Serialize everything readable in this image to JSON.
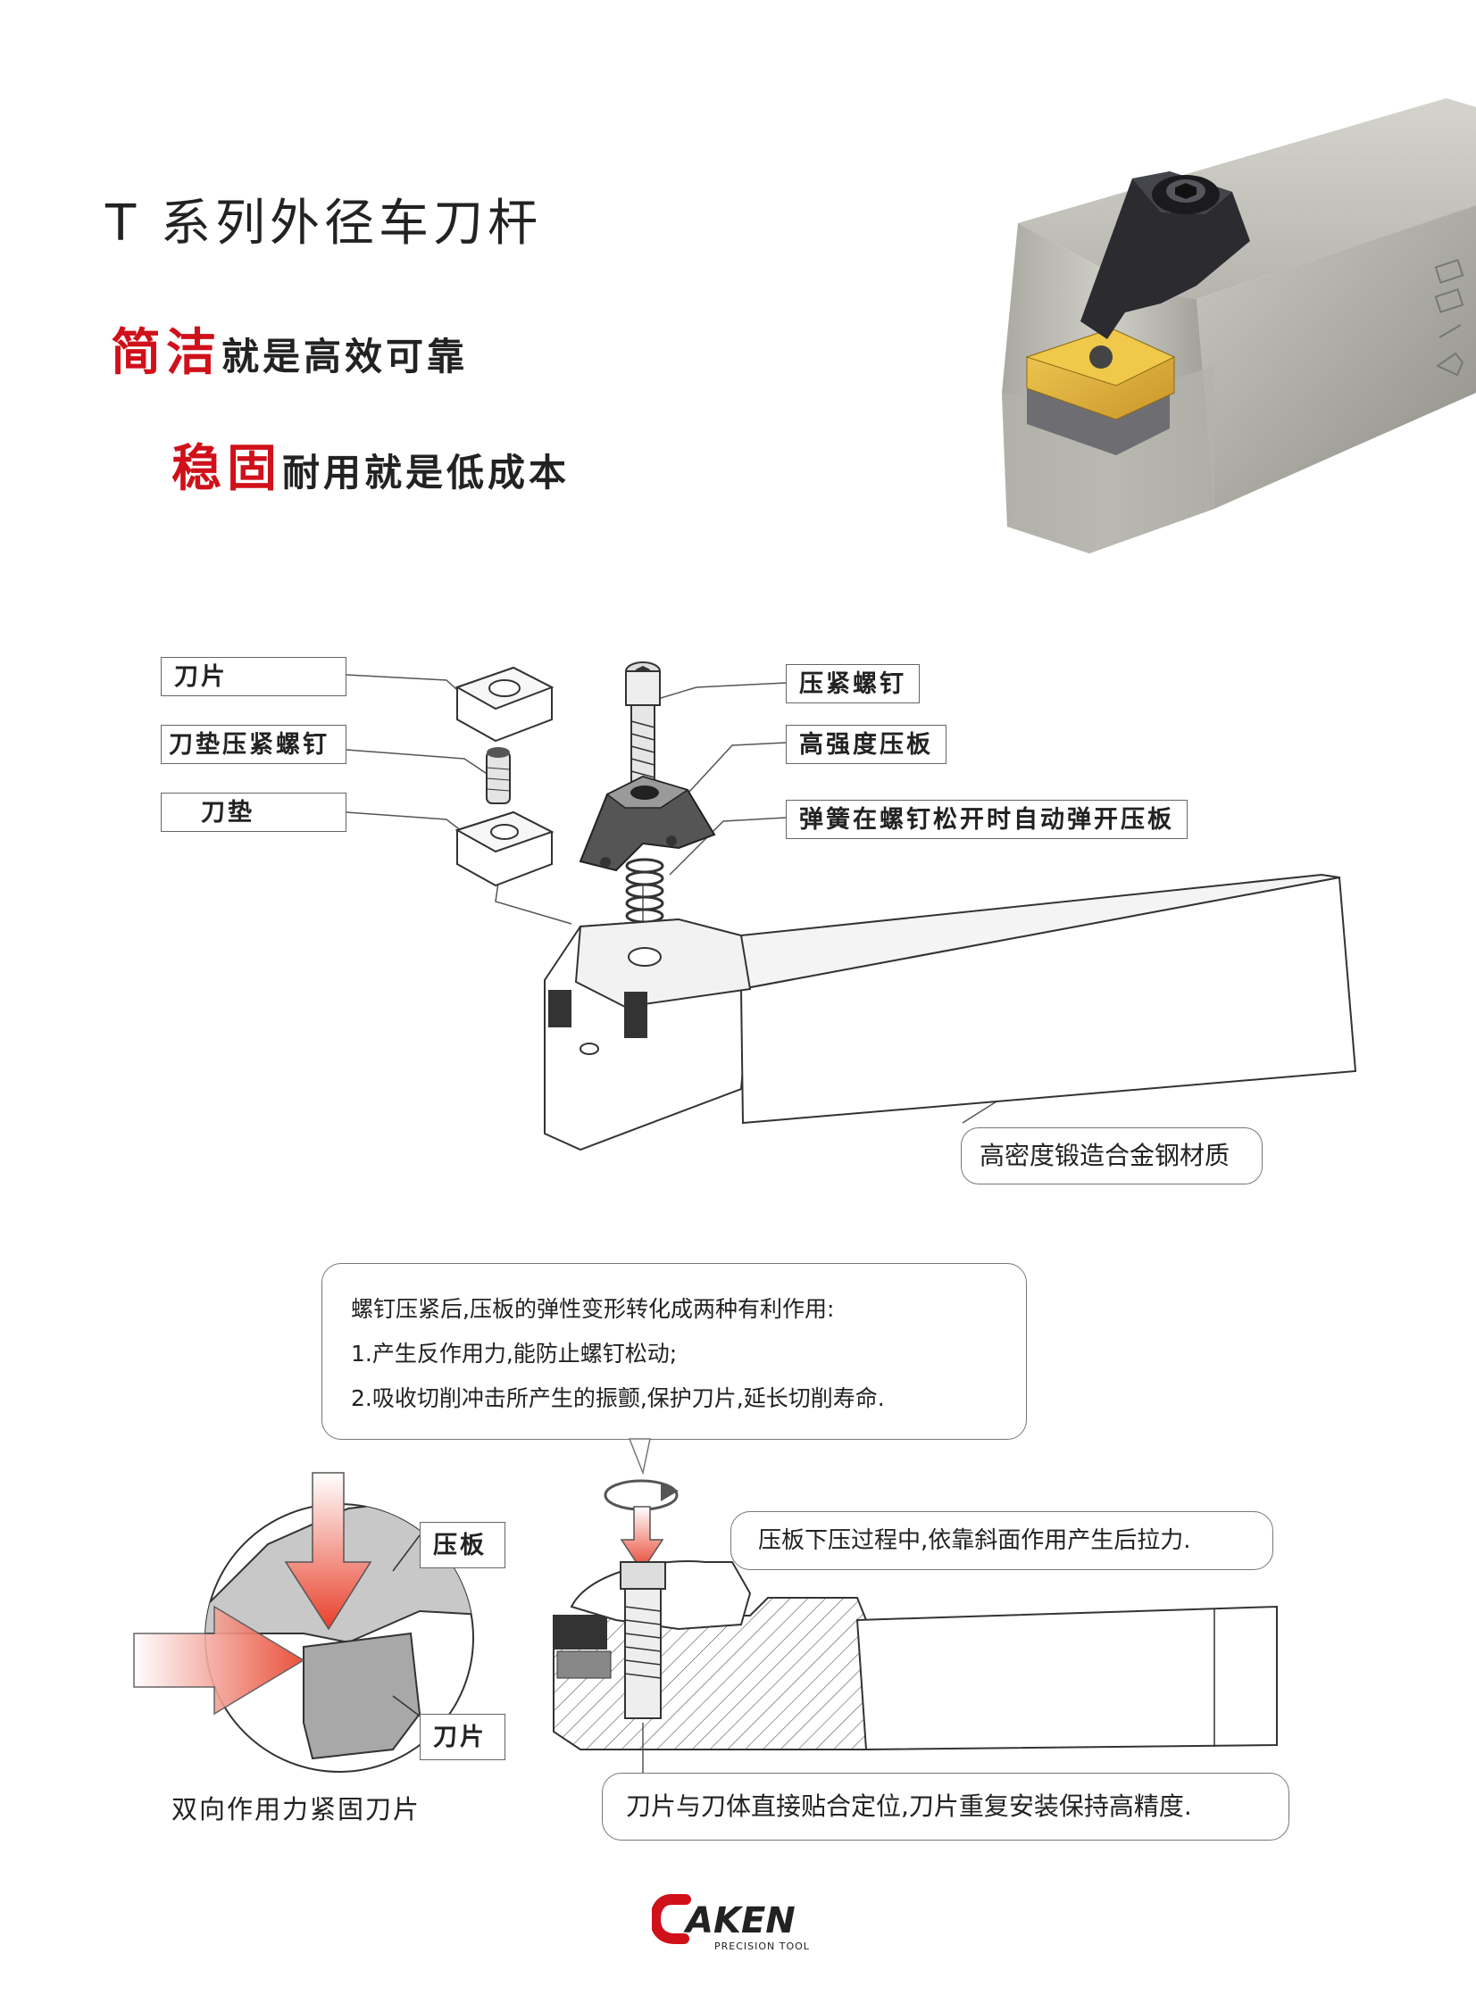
{
  "header": {
    "title": "T 系列外径车刀杆",
    "slogan1_highlight": "简洁",
    "slogan1_rest": "就是高效可靠",
    "slogan2_highlight": "稳固",
    "slogan2_rest": "耐用就是低成本"
  },
  "product_photo": {
    "holder_icons": [
      "insert-shape-icon",
      "seat-icon",
      "screw-icon",
      "clamp-icon"
    ]
  },
  "exploded_labels": {
    "insert": "刀片",
    "shim_screw": "刀垫压紧螺钉",
    "shim": "刀垫",
    "clamp_screw": "压紧螺钉",
    "clamp_plate": "高强度压板",
    "spring": "弹簧在螺钉松开时自动弹开压板",
    "material": "高密度锻造合金钢材质"
  },
  "explanation": {
    "intro": "螺钉压紧后,压板的弹性变形转化成两种有利作用:",
    "point1": "1.产生反作用力,能防止螺钉松动;",
    "point2": "2.吸收切削冲击所产生的振颤,保护刀片,延长切削寿命.",
    "pull_note": "压板下压过程中,依靠斜面作用产生后拉力.",
    "fit_note": "刀片与刀体直接贴合定位,刀片重复安装保持高精度."
  },
  "detail": {
    "clamp_label": "压板",
    "insert_label": "刀片",
    "caption": "双向作用力紧固刀片"
  },
  "brand": {
    "logo_text": "AKEN",
    "logo_sub": "PRECISION TOOL"
  },
  "colors": {
    "accent_red": "#d0101a",
    "insert_gold": "#e2b430",
    "arrow_red": "#e8402a"
  }
}
